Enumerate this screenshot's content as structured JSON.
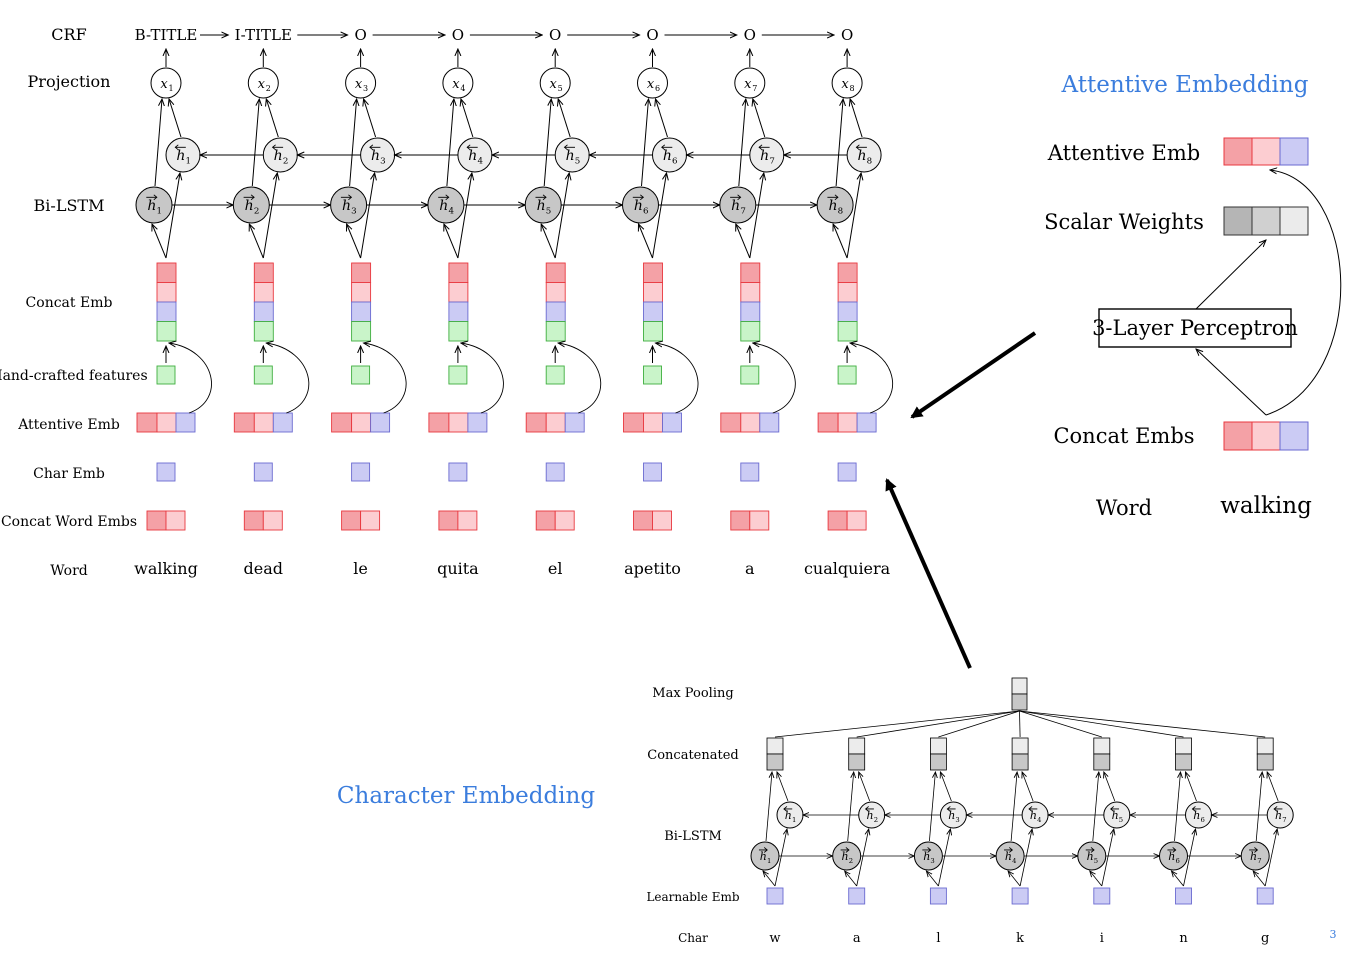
{
  "main": {
    "row_labels": {
      "crf": "CRF",
      "projection": "Projection",
      "bilstm": "Bi-LSTM",
      "concat_emb": "Concat Emb",
      "handcrafted": "Hand-crafted features",
      "attentive_emb": "Attentive Emb",
      "char_emb": "Char Emb",
      "concat_word_embs": "Concat Word Embs",
      "word": "Word"
    },
    "tags": [
      "B-TITLE",
      "I-TITLE",
      "O",
      "O",
      "O",
      "O",
      "O",
      "O"
    ],
    "words": [
      "walking",
      "dead",
      "le",
      "quita",
      "el",
      "apetito",
      "a",
      "cualquiera"
    ],
    "proj_var": "x",
    "hidden_var": "h",
    "indices": [
      "1",
      "2",
      "3",
      "4",
      "5",
      "6",
      "7",
      "8"
    ]
  },
  "attentive_panel": {
    "title": "Attentive Embedding",
    "attentive_emb": "Attentive Emb",
    "scalar_weights": "Scalar Weights",
    "perceptron": "3-Layer Perceptron",
    "concat_embs": "Concat Embs",
    "word_label": "Word",
    "word_value": "walking"
  },
  "char_panel": {
    "title": "Character Embedding",
    "max_pooling": "Max Pooling",
    "concatenated": "Concatenated",
    "bilstm": "Bi-LSTM",
    "learnable_emb": "Learnable Emb",
    "char_label": "Char",
    "chars": [
      "w",
      "a",
      "l",
      "k",
      "i",
      "n",
      "g"
    ],
    "indices": [
      "1",
      "2",
      "3",
      "4",
      "5",
      "6",
      "7"
    ]
  },
  "page_number": "3",
  "colors": {
    "red_dark": "#f4a1a6",
    "red_light": "#fccdd1",
    "red_stroke": "#e8383f",
    "blue": "#cbcbf4",
    "green": "#c9f4c9",
    "gray_dark": "#c7c7c7",
    "gray_light": "#ececec",
    "accent": "#3b7ddd"
  }
}
